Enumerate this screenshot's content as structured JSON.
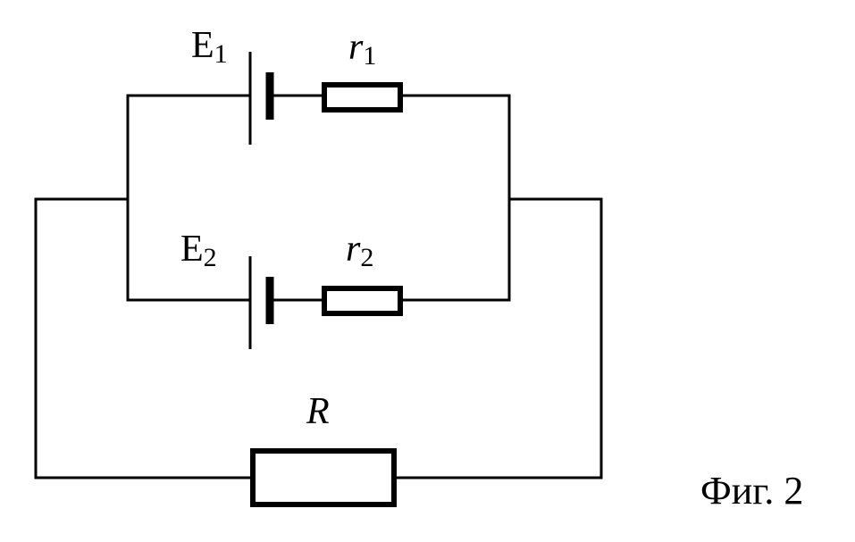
{
  "labels": {
    "e1_main": "E",
    "e1_sub": "1",
    "r1_main": "r",
    "r1_sub": "1",
    "e2_main": "E",
    "e2_sub": "2",
    "r2_main": "r",
    "r2_sub": "2",
    "load_main": "R"
  },
  "caption": "Фиг. 2"
}
